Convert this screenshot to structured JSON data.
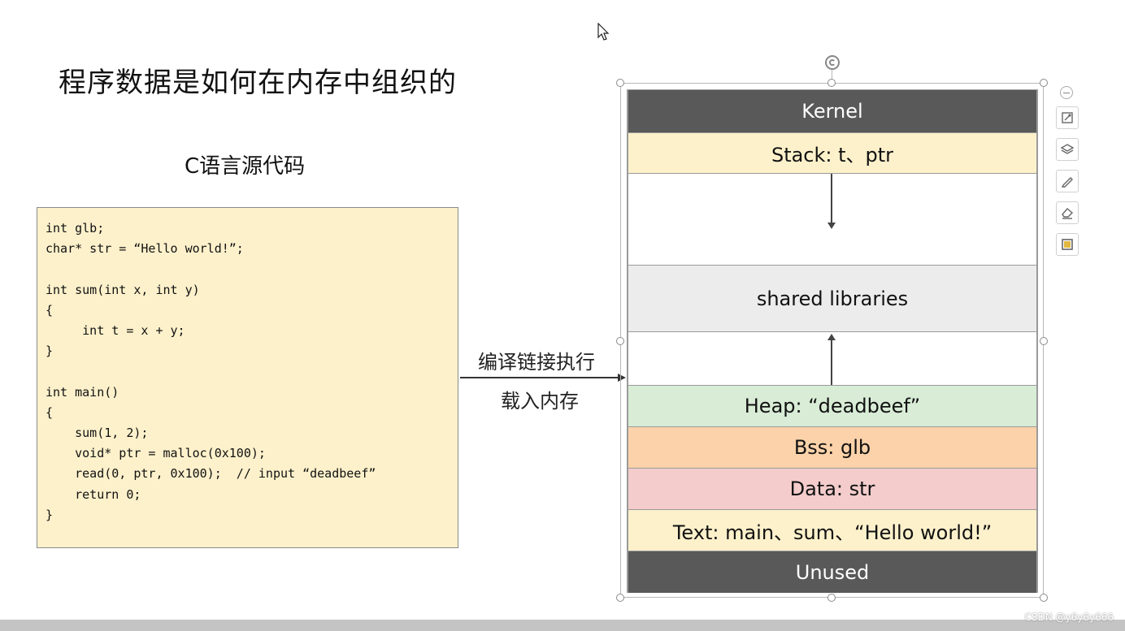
{
  "slide": {
    "title": "程序数据是如何在内存中组织的",
    "code_heading": "C语言源代码",
    "code_text": "int glb;\nchar* str = “Hello world!”;\n\nint sum(int x, int y)\n{\n     int t = x + y;\n}\n\nint main()\n{\n    sum(1, 2);\n    void* ptr = malloc(0x100);\n    read(0, ptr, 0x100);  // input “deadbeef”\n    return 0;\n}",
    "arrow_label_top": "编译链接执行",
    "arrow_label_bottom": "载入内存"
  },
  "memory": {
    "kernel": "Kernel",
    "stack": "Stack: t、ptr",
    "shared": "shared libraries",
    "heap": "Heap: “deadbeef”",
    "bss": "Bss: glb",
    "data": "Data: str",
    "text": "Text: main、sum、“Hello world!”",
    "unused": "Unused"
  },
  "colors": {
    "code_bg": "#fdf1cb",
    "kernel_bg": "#595959",
    "stack_bg": "#fdf1cb",
    "shared_bg": "#ececec",
    "heap_bg": "#d8ecd6",
    "bss_bg": "#fbd2a9",
    "data_bg": "#f4cccc",
    "text_bg": "#fdf1cb",
    "unused_bg": "#595959"
  },
  "toolbar": {
    "icons": [
      "collapse-icon",
      "crop-icon",
      "layers-icon",
      "pen-icon",
      "eraser-icon",
      "frame-icon"
    ]
  },
  "watermark": "CSDN @y6y6y666"
}
